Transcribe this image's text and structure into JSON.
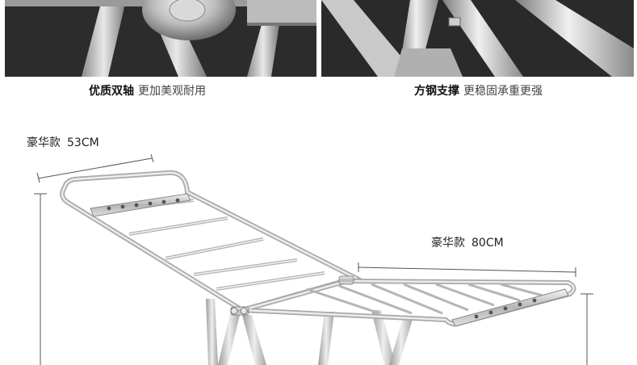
{
  "captions": {
    "left": {
      "bold": "优质双轴",
      "light": "更加美观耐用"
    },
    "right": {
      "bold": "方钢支撑",
      "light": "更稳固承重更强"
    }
  },
  "dimensions": {
    "width": {
      "label": "豪华款",
      "value": "53CM"
    },
    "length": {
      "label": "豪华款",
      "value": "80CM"
    }
  },
  "colors": {
    "photo_bg": "#2b2b2b",
    "steel_light": "#e6e6e6",
    "steel_mid": "#b9b9b9",
    "steel_dark": "#8a8a8a",
    "dimension_line": "#555555"
  }
}
